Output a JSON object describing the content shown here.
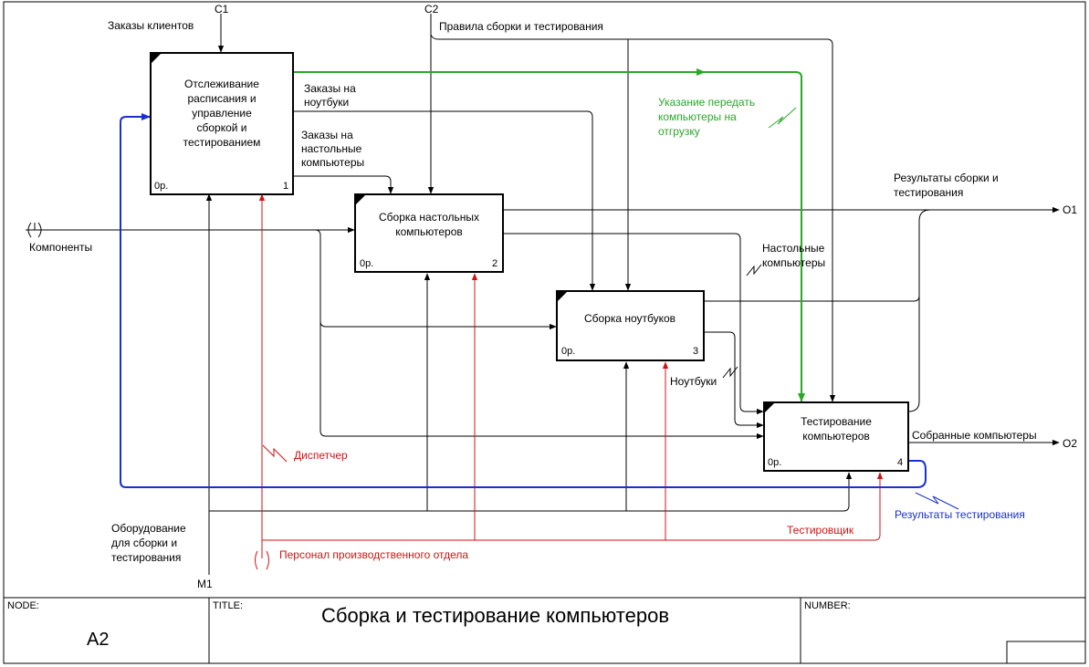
{
  "boundary": {
    "c1": "C1",
    "c2": "C2",
    "m1": "M1",
    "o1": "O1",
    "o2": "O2"
  },
  "boxes": [
    {
      "title_lines": [
        "Отслеживание",
        "расписания и",
        "управление",
        "сборкой и",
        "тестированием"
      ],
      "cost": "0р.",
      "number": "1"
    },
    {
      "title_lines": [
        "Сборка настольных",
        "компьютеров"
      ],
      "cost": "0р.",
      "number": "2"
    },
    {
      "title_lines": [
        "Сборка ноутбуков"
      ],
      "cost": "0р.",
      "number": "3"
    },
    {
      "title_lines": [
        "Тестирование",
        "компьютеров"
      ],
      "cost": "0р.",
      "number": "4"
    }
  ],
  "arrows": {
    "orders_clients": "Заказы клиентов",
    "rules": "Правила сборки и тестирования",
    "orders_laptops": [
      "Заказы на",
      "ноутбуки"
    ],
    "orders_desktops": [
      "Заказы на",
      "настольные",
      "компьютеры"
    ],
    "transfer": [
      "Указание передать",
      "компьютеры на",
      "отгрузку"
    ],
    "results_assembly": [
      "Результаты сборки и",
      "тестирования"
    ],
    "components": "Компоненты",
    "desktops": [
      "Настольные",
      "компьютеры"
    ],
    "laptops": "Ноутбуки",
    "assembled": "Собранные компьютеры",
    "dispatcher": "Диспетчер",
    "results_testing": "Результаты тестирования",
    "tester": "Тестировщик",
    "equipment": [
      "Оборудование",
      "для сборки и",
      "тестирования"
    ],
    "personnel": "Персонал производственного отдела"
  },
  "frame": {
    "node_label": "NODE:",
    "node_value": "A2",
    "title_label": "TITLE:",
    "title_value": "Сборка и тестирование компьютеров",
    "number_label": "NUMBER:"
  },
  "colors": {
    "black": "#000000",
    "green": "#2aa82a",
    "red": "#d01414",
    "blue": "#1a2fd0"
  }
}
